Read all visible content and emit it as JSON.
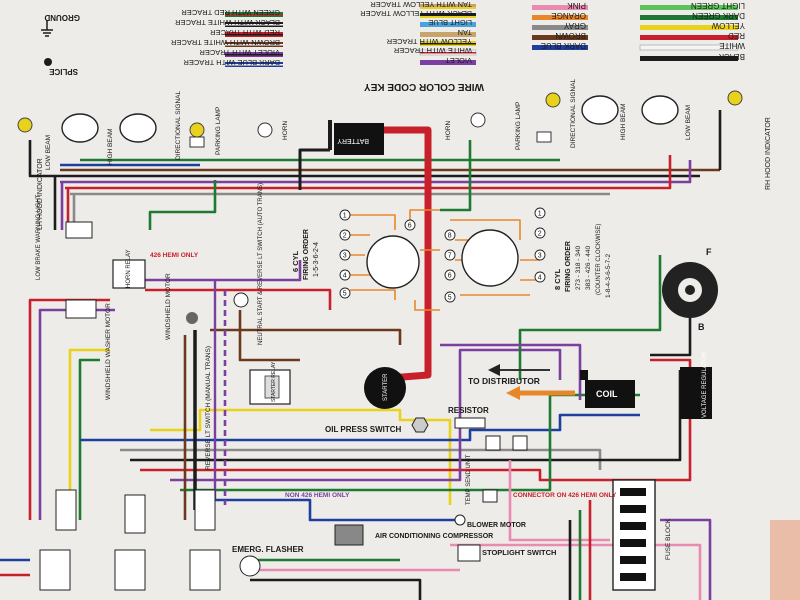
{
  "key": {
    "title": "WIRE COLOR CODE KEY",
    "col_a": [
      "BLACK",
      "WHITE",
      "RED",
      "YELLOW",
      "DARK GREEN",
      "LIGHT GREEN"
    ],
    "col_b": [
      "DARK BLUE",
      "BROWN",
      "GRAY",
      "ORANGE",
      "PINK"
    ],
    "col_c": [
      "VIOLET",
      "WHITE WITH TRACER",
      "YELLOW WITH TRACER",
      "LIGHT BLUE",
      "BLACK WITH YELLOW TRACER",
      "TAN WITH YELLOW TRACER"
    ],
    "col_d": [
      "DARK BLUE WITH TRACER",
      "VIOLET WITH TRACER",
      "BROWN WITH WHITE TRACER",
      "RED WITH TRACER",
      "BLACK WITH WHITE TRACER",
      "GREEN WITH RED TRACER"
    ],
    "col_c_extra": "TAN",
    "ground": "GROUND",
    "splice": "SPLICE"
  },
  "colors": {
    "black": "#1c1c1c",
    "white": "#f4f4f4",
    "red": "#c8202a",
    "yellow": "#e8d21c",
    "dark_green": "#1e7a32",
    "light_green": "#5cc25a",
    "dark_blue": "#1f3f9c",
    "brown": "#6b3a1e",
    "gray": "#8a8a8a",
    "orange": "#e8872a",
    "pink": "#e98ab0",
    "violet": "#7b3fa0",
    "light_blue": "#4aa3dd",
    "tan": "#c9a46a"
  },
  "components": {
    "lh_hood_indicator": "LH HOOD INDICATOR",
    "rh_hood_indicator": "RH HOOD INDICATOR",
    "low_beam": "LOW BEAM",
    "high_beam": "HIGH BEAM",
    "directional_signal": "DIRECTIONAL SIGNAL",
    "parking_lamp": "PARKING LAMP",
    "horn": "HORN",
    "battery": "BATTERY",
    "horn_relay": "HORN RELAY",
    "hemi_only_426": "426 HEMI ONLY",
    "low_brake_warning": "LOW BRAKE WARNING LIGHT",
    "windshield_washer_motor": "WINDSHIELD WASHER MOTOR",
    "windshield_motor": "WINDSHIELD MOTOR",
    "neutral_start": "NEUTRAL START & REVERSE LT SWITCH (AUTO TRANS)",
    "reverse_switch": "REVERSE LT SWITCH (MANUAL TRANS)",
    "starter_relay": "STARTER RELAY",
    "starter": "STARTER",
    "oil_press_switch": "OIL PRESS SWITCH",
    "to_distributor": "TO DISTRIBUTOR",
    "coil": "COIL",
    "voltage_regulator": "VOLTAGE REGULATOR",
    "resistor": "RESISTOR",
    "non_hemi": "NON 426 HEMI ONLY",
    "connector_hemi": "CONNECTOR ON 426 HEMI ONLY",
    "temp_send_unit": "TEMP SEND UNIT",
    "blower_motor": "BLOWER MOTOR",
    "air_conditioning": "AIR CONDITIONING COMPRESSOR",
    "emerg_flasher": "EMERG. FLASHER",
    "stoplight_switch": "STOPLIGHT SWITCH",
    "fuse_block": "FUSE BLOCK",
    "alt_b": "B",
    "alt_f": "F"
  },
  "firing_6": {
    "title": "6 CYL",
    "subtitle": "FIRING ORDER",
    "order": "1-5-3-6-2-4",
    "numbers": [
      "1",
      "2",
      "3",
      "4",
      "5",
      "6"
    ]
  },
  "firing_8": {
    "title": "8 CYL",
    "subtitle": "FIRING ORDER",
    "engines": "273 - 318 - 340",
    "engines2": "383 - 426 - 440",
    "rotation": "(COUNTER CLOCKWISE)",
    "order": "1-8-4-3-6-5-7-2",
    "numbers": [
      "1",
      "2",
      "3",
      "4",
      "5",
      "6",
      "7",
      "8"
    ]
  }
}
